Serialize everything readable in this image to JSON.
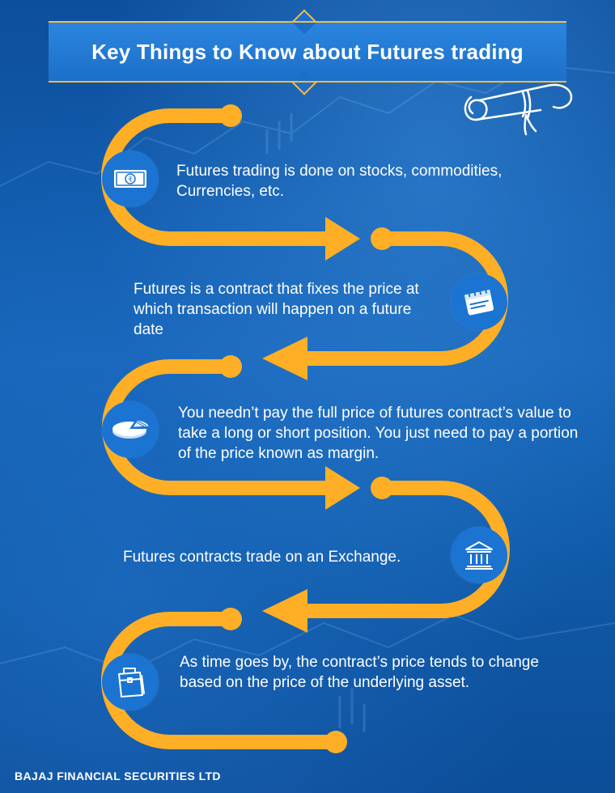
{
  "title": "Key Things to Know about Futures trading",
  "steps": [
    {
      "text": "Futures trading is done on stocks, commodities, Currencies, etc.",
      "icon": "rupee-note-icon"
    },
    {
      "text": "Futures is a contract that fixes the price at which transaction will happen on a future date",
      "icon": "calendar-icon"
    },
    {
      "text": "You needn’t pay the full price of futures contract’s value to take a long or short position. You just need to pay a portion of the price known as margin.",
      "icon": "pie-chart-icon"
    },
    {
      "text": "Futures contracts trade on an Exchange.",
      "icon": "bank-building-icon"
    },
    {
      "text": "As time goes by, the contract’s price tends to change based on the price of the underlying asset.",
      "icon": "briefcase-icon"
    }
  ],
  "footer": "BAJAJ FINANCIAL SECURITIES LTD",
  "colors": {
    "path": "#ffaf25",
    "background": "#0f5aa8",
    "icon_circle": "#1b74d1",
    "banner": "#1c6fc8"
  }
}
